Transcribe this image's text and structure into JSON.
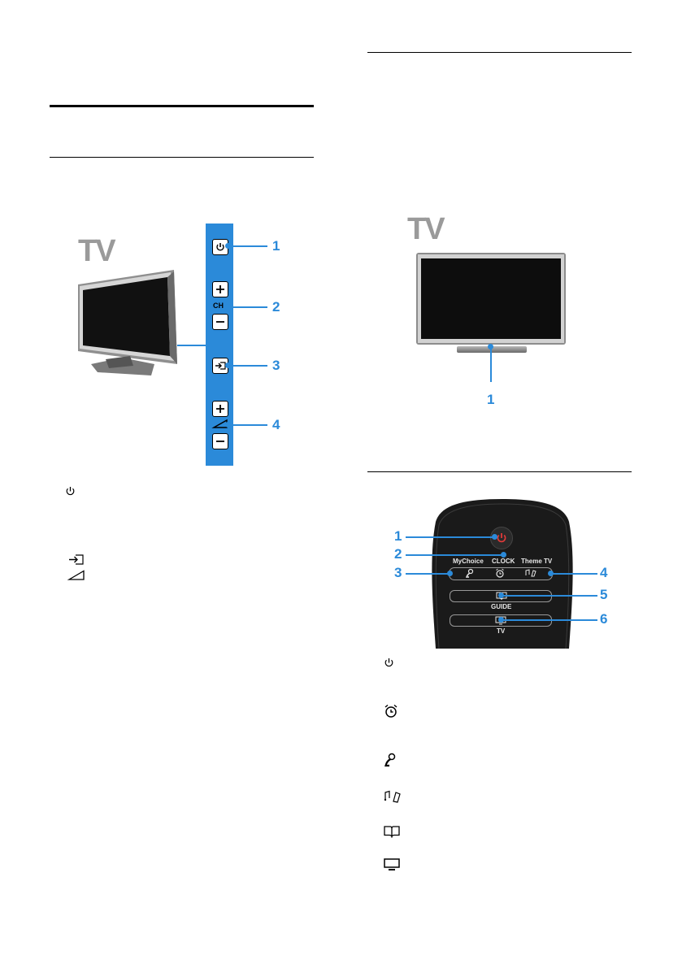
{
  "colors": {
    "accent": "#2b8ad9",
    "panel": "#2b8ad9",
    "rule": "#000000",
    "tv_logo": "#9a9a9a"
  },
  "tv_side_figure": {
    "logo_text": "TV",
    "channel_label": "CH",
    "callouts": [
      "1",
      "2",
      "3",
      "4"
    ],
    "icons": [
      "power-icon",
      "plus-icon",
      "minus-icon",
      "source-icon",
      "plus-icon",
      "volume-icon",
      "minus-icon"
    ]
  },
  "tv_front_figure": {
    "logo_text": "TV",
    "callouts": [
      "1"
    ]
  },
  "remote_figure": {
    "labels": {
      "mychoice": "MyChoice",
      "clock": "CLOCK",
      "theme_tv": "Theme TV",
      "guide": "GUIDE",
      "tv": "TV"
    },
    "callouts": [
      "1",
      "2",
      "3",
      "4",
      "5",
      "6"
    ]
  },
  "left_legend_icons": [
    "power-icon",
    "source-icon",
    "volume-icon"
  ],
  "right_legend_icons": [
    "power-icon",
    "alarm-clock-icon",
    "mychoice-icon",
    "theme-tv-icon",
    "guide-icon",
    "tv-icon"
  ]
}
